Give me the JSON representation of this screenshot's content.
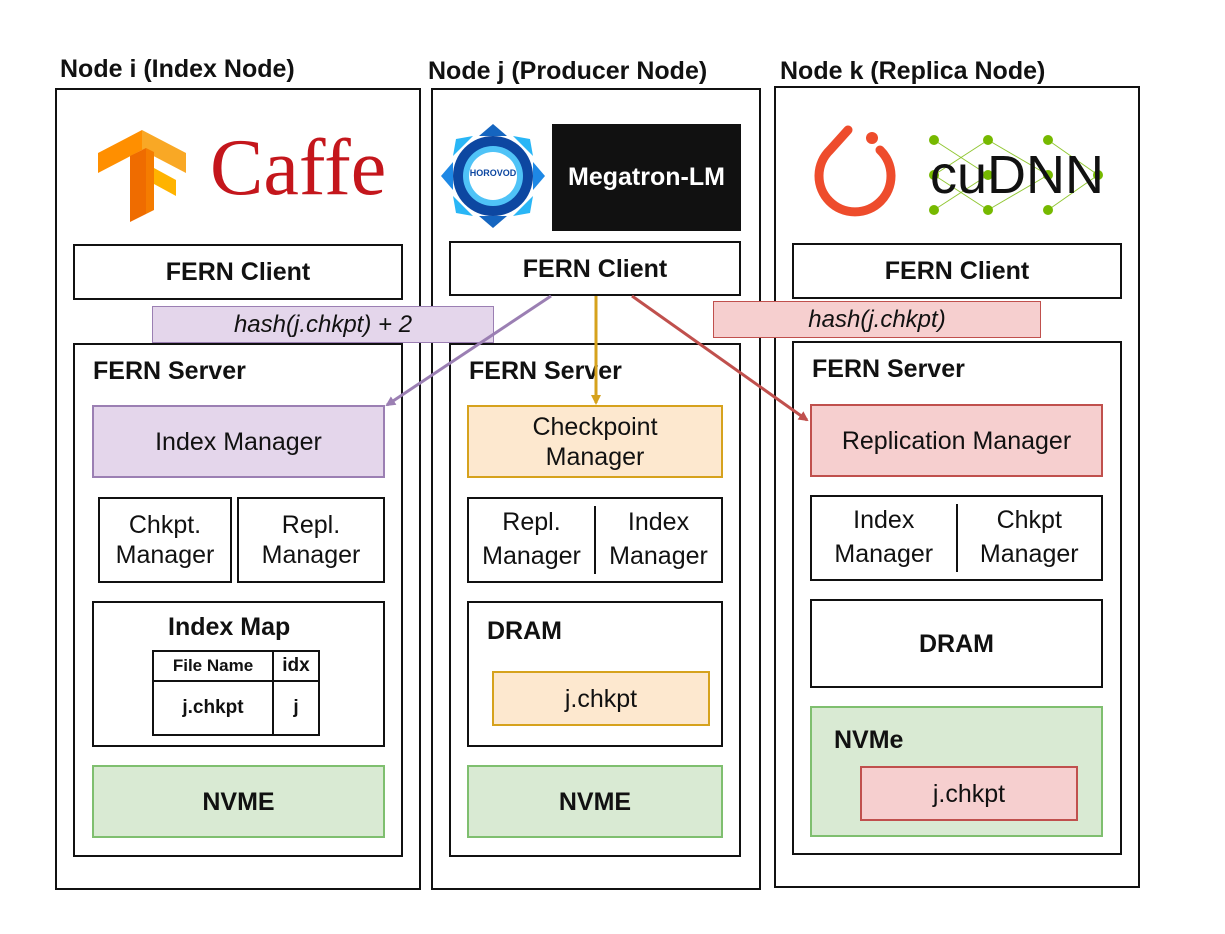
{
  "nodes": {
    "i": {
      "title": "Node i (Index Node)",
      "client": "FERN Client",
      "server": "FERN Server",
      "primary_manager": "Index Manager",
      "sub_left": "Chkpt.\nManager",
      "sub_right": "Repl.\nManager",
      "index_map": {
        "title": "Index Map",
        "headers": [
          "File Name",
          "idx"
        ],
        "rows": [
          [
            "j.chkpt",
            "j"
          ]
        ]
      },
      "storage": "NVME"
    },
    "j": {
      "title": "Node j (Producer Node)",
      "client": "FERN Client",
      "server": "FERN Server",
      "primary_manager": "Checkpoint\nManager",
      "sub_left": "Repl.\nManager",
      "sub_right": "Index\nManager",
      "dram": "DRAM",
      "dram_file": "j.chkpt",
      "storage": "NVME"
    },
    "k": {
      "title": "Node k (Replica Node)",
      "client": "FERN Client",
      "server": "FERN Server",
      "primary_manager": "Replication Manager",
      "sub_left": "Index\nManager",
      "sub_right": "Chkpt\nManager",
      "dram": "DRAM",
      "nvme": "NVMe",
      "nvme_file": "j.chkpt"
    }
  },
  "logos": {
    "caffe": "Caffe",
    "horovod": "HOROVOD",
    "megatron": "Megatron-LM",
    "cudnn": "cuDNN",
    "tensorflow_icon": "tensorflow-icon",
    "pytorch_icon": "pytorch-icon"
  },
  "hash_labels": {
    "index": "hash(j.chkpt) + 2",
    "replica": "hash(j.chkpt)"
  },
  "colors": {
    "index": "#9b7fb3",
    "checkpoint": "#d6a21d",
    "replication": "#c0504d"
  }
}
